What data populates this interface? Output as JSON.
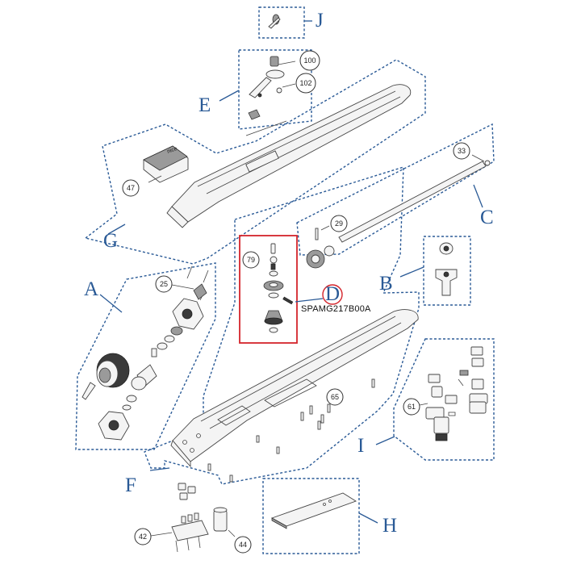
{
  "group_labels": {
    "A": "A",
    "B": "B",
    "C": "C",
    "D": "D",
    "E": "E",
    "F": "F",
    "G": "G",
    "H": "H",
    "I": "I",
    "J": "J"
  },
  "callouts": {
    "p100": "100",
    "p102": "102",
    "p33": "33",
    "p47": "47",
    "p29": "29",
    "p79": "79",
    "p25": "25",
    "p65": "65",
    "p61": "61",
    "p42": "42",
    "p44": "44"
  },
  "highlight": {
    "reference_code": "SPAMG217B00A",
    "color": "#d4242b"
  },
  "accent_color": "#2a5a96"
}
